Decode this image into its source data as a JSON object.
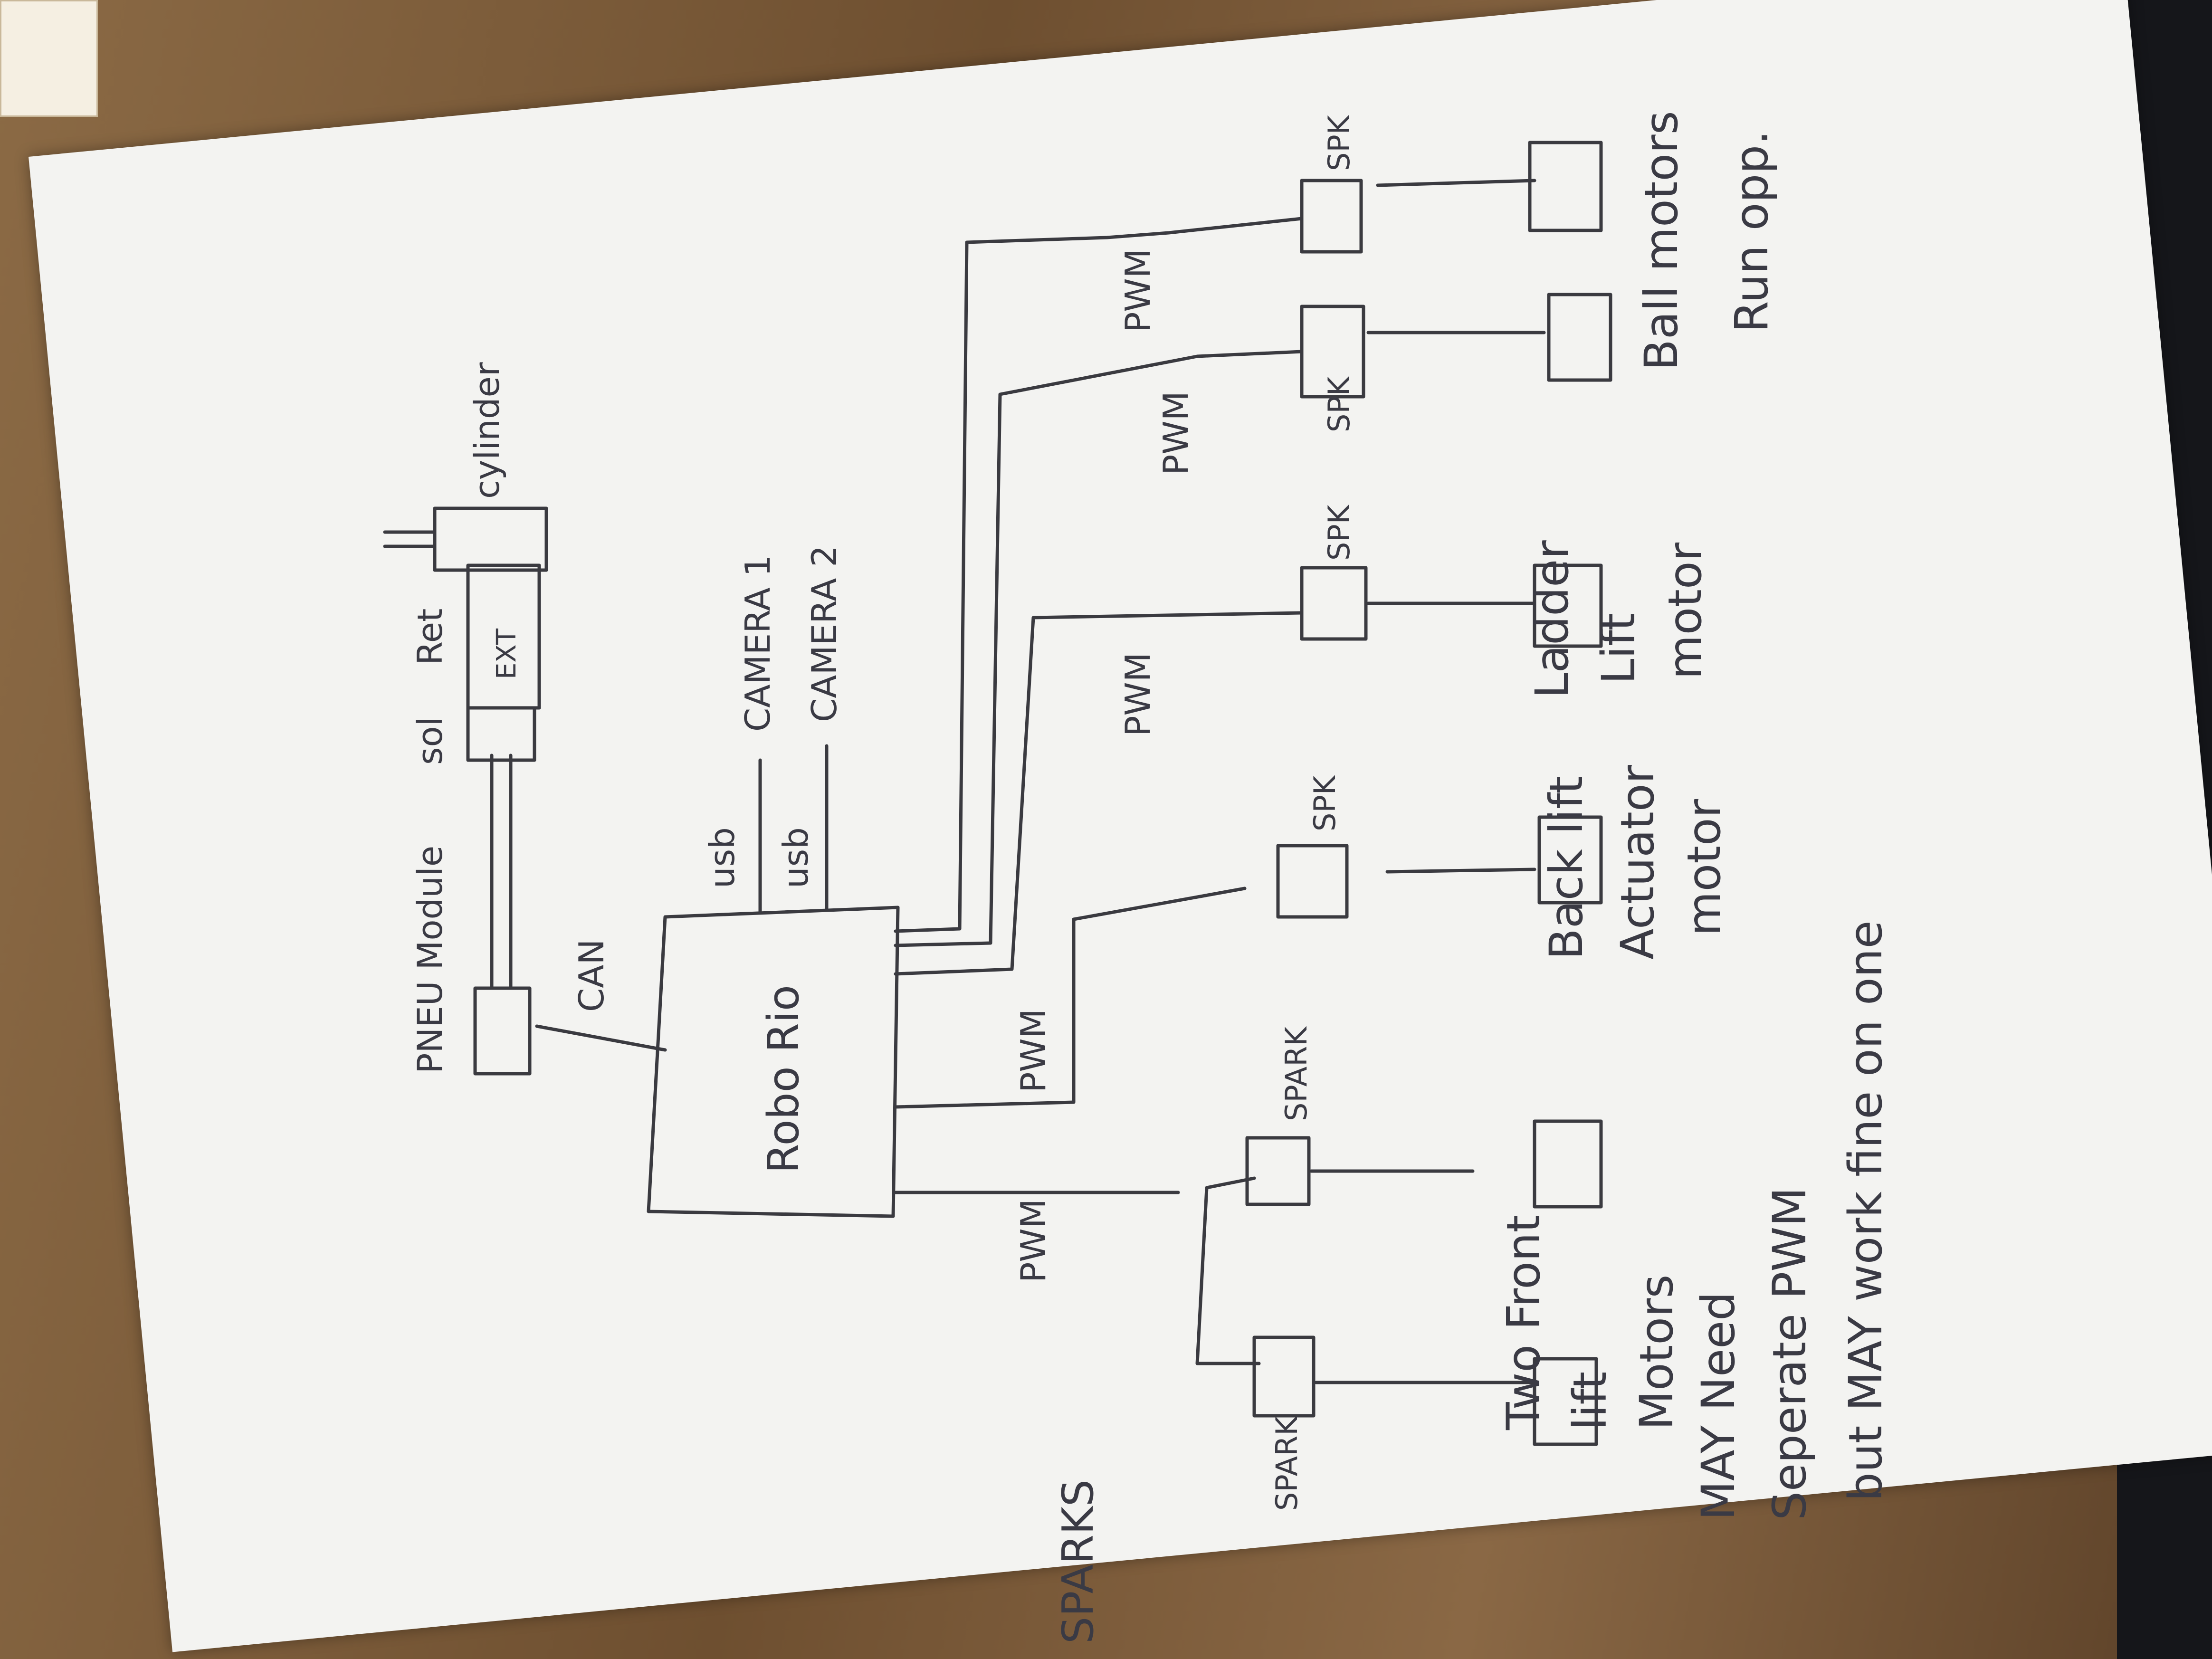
{
  "labels": {
    "pneu_module": "PNEU Module",
    "can": "CAN",
    "sol": "sol",
    "ret": "Ret",
    "ext": "EXT",
    "cylinder": "cylinder",
    "robo_rio": "Robo Rio",
    "usb1": "usb",
    "usb2": "usb",
    "camera1": "CAMERA 1",
    "camera2": "CAMERA 2",
    "pwm_front": "PWM",
    "pwm_backlift": "PWM",
    "pwm_ladder": "PWM",
    "pwm_ball1": "PWM",
    "pwm_ball2": "PWM",
    "spark_front1": "SPARK",
    "spark_front2": "SPARK",
    "spk_backlift": "SPK",
    "spk_ladder": "SPK",
    "spk_ball1": "SPK",
    "spk_ball2": "SPK",
    "sparks": "SPARKS"
  },
  "notes": {
    "front_lift": [
      "Two Front",
      "lift",
      "Motors"
    ],
    "back_lift": [
      "Back lift",
      "Actuator",
      "motor"
    ],
    "ladder": [
      "Ladder",
      "Lift",
      "motor"
    ],
    "ball": [
      "Ball motors",
      "Run opp."
    ],
    "caution": [
      "MAY Need",
      "Seperate PWM",
      "but MAY work fine on one"
    ]
  }
}
